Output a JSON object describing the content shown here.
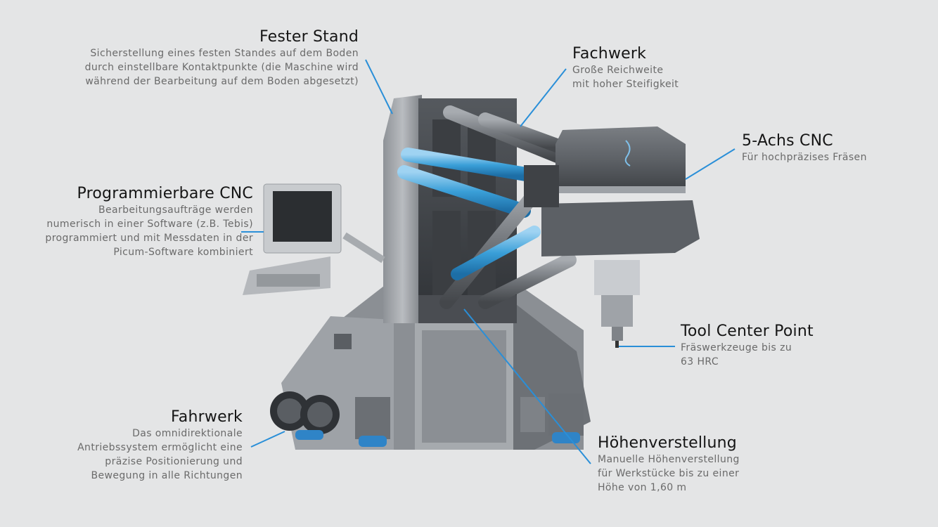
{
  "accent_color": "#2a8fd8",
  "callouts": {
    "fester_stand": {
      "title": "Fester Stand",
      "desc": "Sicherstellung eines festen Standes auf dem Boden\ndurch einstellbare Kontaktpunkte (die Maschine wird\nwährend der Bearbeitung auf dem Boden abgesetzt)"
    },
    "fachwerk": {
      "title": "Fachwerk",
      "desc": "Große Reichweite\nmit hoher Steifigkeit"
    },
    "achs_cnc": {
      "title": "5-Achs CNC",
      "desc": "Für hochpräzises Fräsen"
    },
    "programmierbare_cnc": {
      "title": "Programmierbare CNC",
      "desc": "Bearbeitungsaufträge werden\nnumerisch in einer Software (z.B. Tebis)\nprogrammiert und mit Messdaten in der\nPicum-Software kombiniert"
    },
    "tool_center_point": {
      "title": "Tool Center Point",
      "desc": "Fräswerkzeuge bis zu\n63 HRC"
    },
    "fahrwerk": {
      "title": "Fahrwerk",
      "desc": "Das omnidirektionale\nAntriebssystem ermöglicht eine\npräzise Positionierung und\nBewegung in alle Richtungen"
    },
    "hoehenverstellung": {
      "title": "Höhenverstellung",
      "desc": "Manuelle Höhenverstellung\nfür Werkstücke bis zu einer\nHöhe von 1,60 m"
    }
  }
}
